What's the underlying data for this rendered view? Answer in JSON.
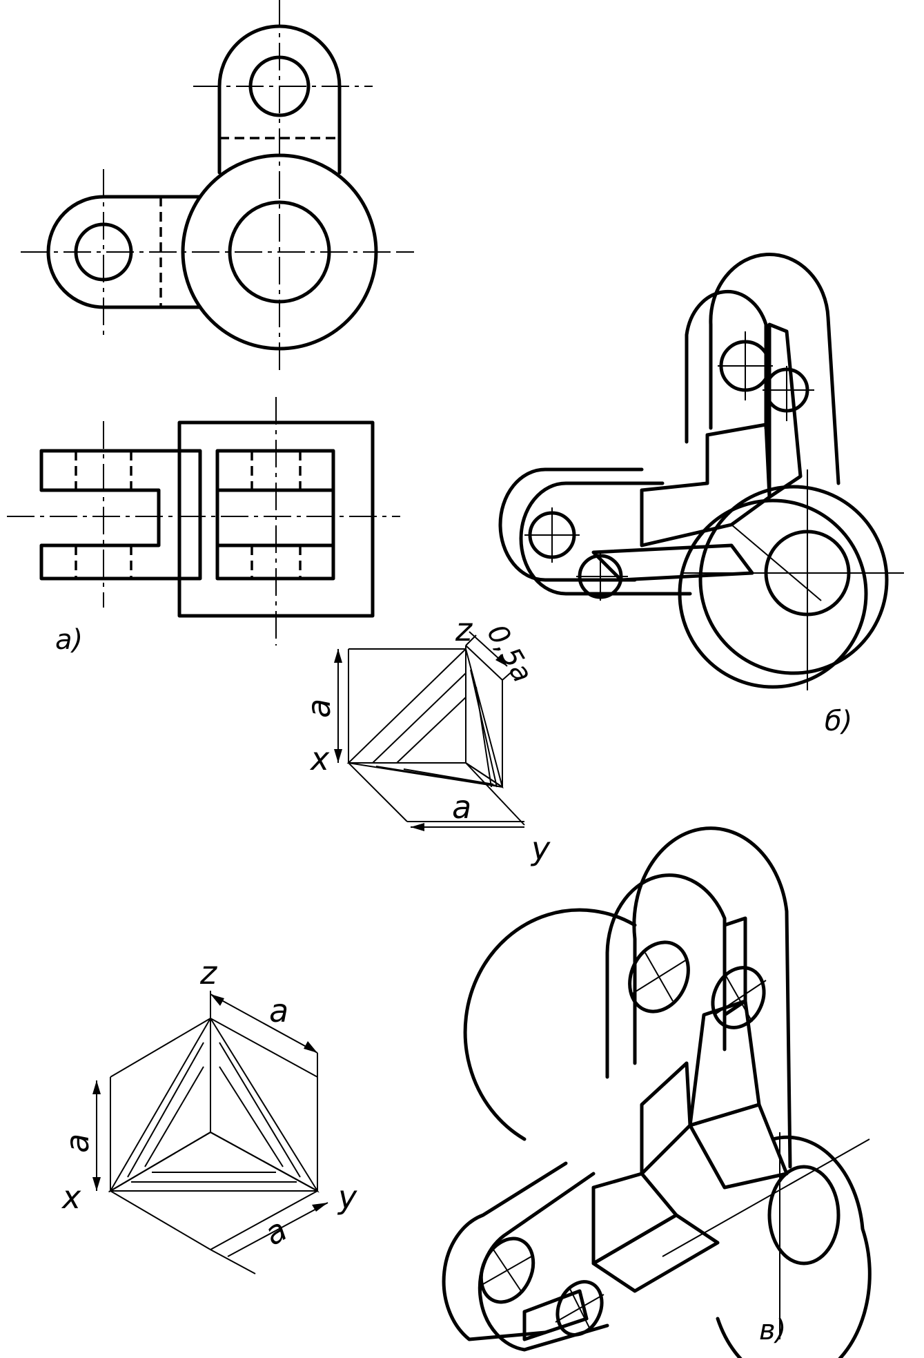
{
  "labels": {
    "fig_a": "а)",
    "fig_b": "б)",
    "fig_v": "в)"
  },
  "axes_dimetric": {
    "x": "x",
    "y": "y",
    "z": "z",
    "dim_a_vertical": "a",
    "dim_a_horizontal": "a",
    "dim_half_a": "0,5a"
  },
  "axes_isometric": {
    "x": "x",
    "y": "y",
    "z": "z",
    "dim_a_vertical": "a",
    "dim_a_top": "a",
    "dim_a_bottom": "a"
  },
  "colors": {
    "ink": "#000000",
    "paper": "#ffffff"
  }
}
